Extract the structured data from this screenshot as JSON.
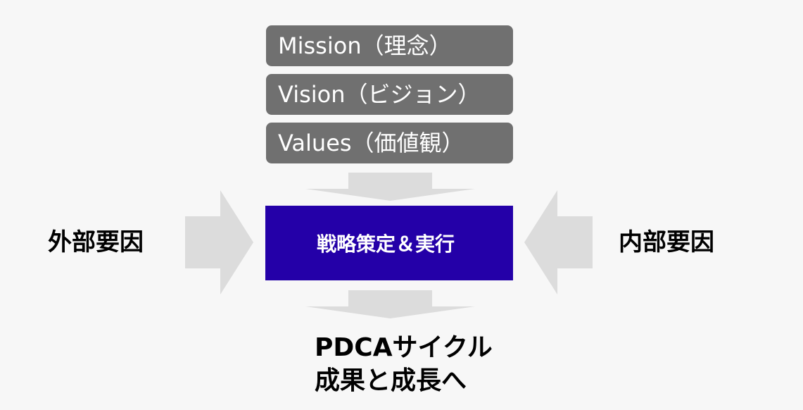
{
  "mvv": {
    "mission": "Mission（理念）",
    "vision": "Vision（ビジョン）",
    "values": "Values（価値観）"
  },
  "strategy": {
    "label": "戦略策定＆実行"
  },
  "factors": {
    "external": "外部要因",
    "internal": "内部要因"
  },
  "result": {
    "line1": "PDCAサイクル",
    "line2": "成果と成長へ"
  },
  "colors": {
    "mvv_box": "#707070",
    "strategy_box": "#2400a8",
    "arrow": "#dcdcdc",
    "background": "#f7f7f7"
  }
}
